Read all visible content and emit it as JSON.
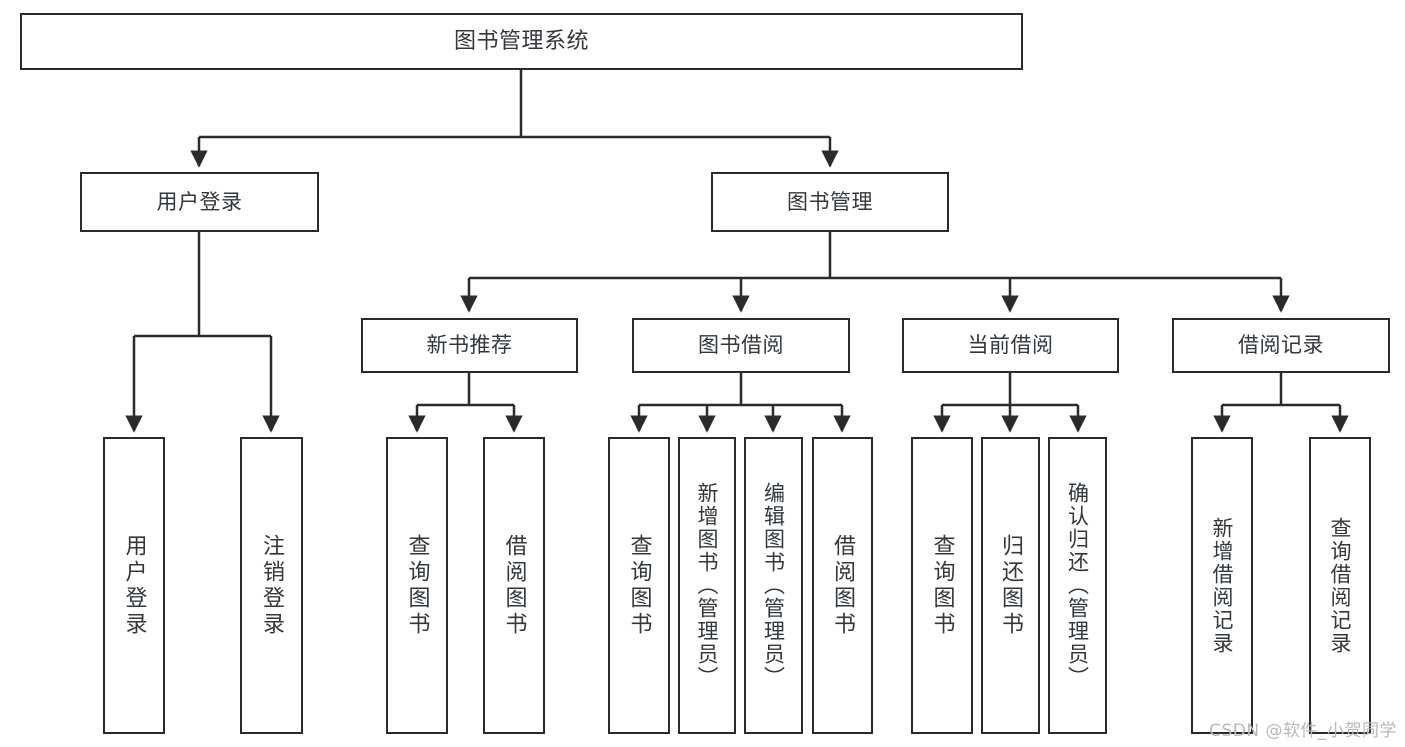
{
  "diagram": {
    "title": "图书管理系统",
    "type": "hierarchy-tree",
    "watermark": "CSDN @软件_小贺同学",
    "colors": {
      "stroke": "#2b2b2b",
      "text": "#33383d",
      "background": "#ffffff",
      "watermark": "#b9b9b9"
    },
    "root": {
      "label": "图书管理系统"
    },
    "level1": [
      {
        "label": "用户登录"
      },
      {
        "label": "图书管理"
      }
    ],
    "level2": [
      {
        "label": "新书推荐"
      },
      {
        "label": "图书借阅"
      },
      {
        "label": "当前借阅"
      },
      {
        "label": "借阅记录"
      }
    ],
    "leaves": {
      "user_login": [
        {
          "label": "用户登录"
        },
        {
          "label": "注销登录"
        }
      ],
      "new_book_recommend": [
        {
          "label": "查询图书"
        },
        {
          "label": "借阅图书"
        }
      ],
      "book_borrow": [
        {
          "label": "查询图书"
        },
        {
          "label": "新增图书（管理员）"
        },
        {
          "label": "编辑图书（管理员）"
        },
        {
          "label": "借阅图书"
        }
      ],
      "current_borrow": [
        {
          "label": "查询图书"
        },
        {
          "label": "归还图书"
        },
        {
          "label": "确认归还（管理员）"
        }
      ],
      "borrow_record": [
        {
          "label": "新增借阅记录"
        },
        {
          "label": "查询借阅记录"
        }
      ]
    }
  }
}
